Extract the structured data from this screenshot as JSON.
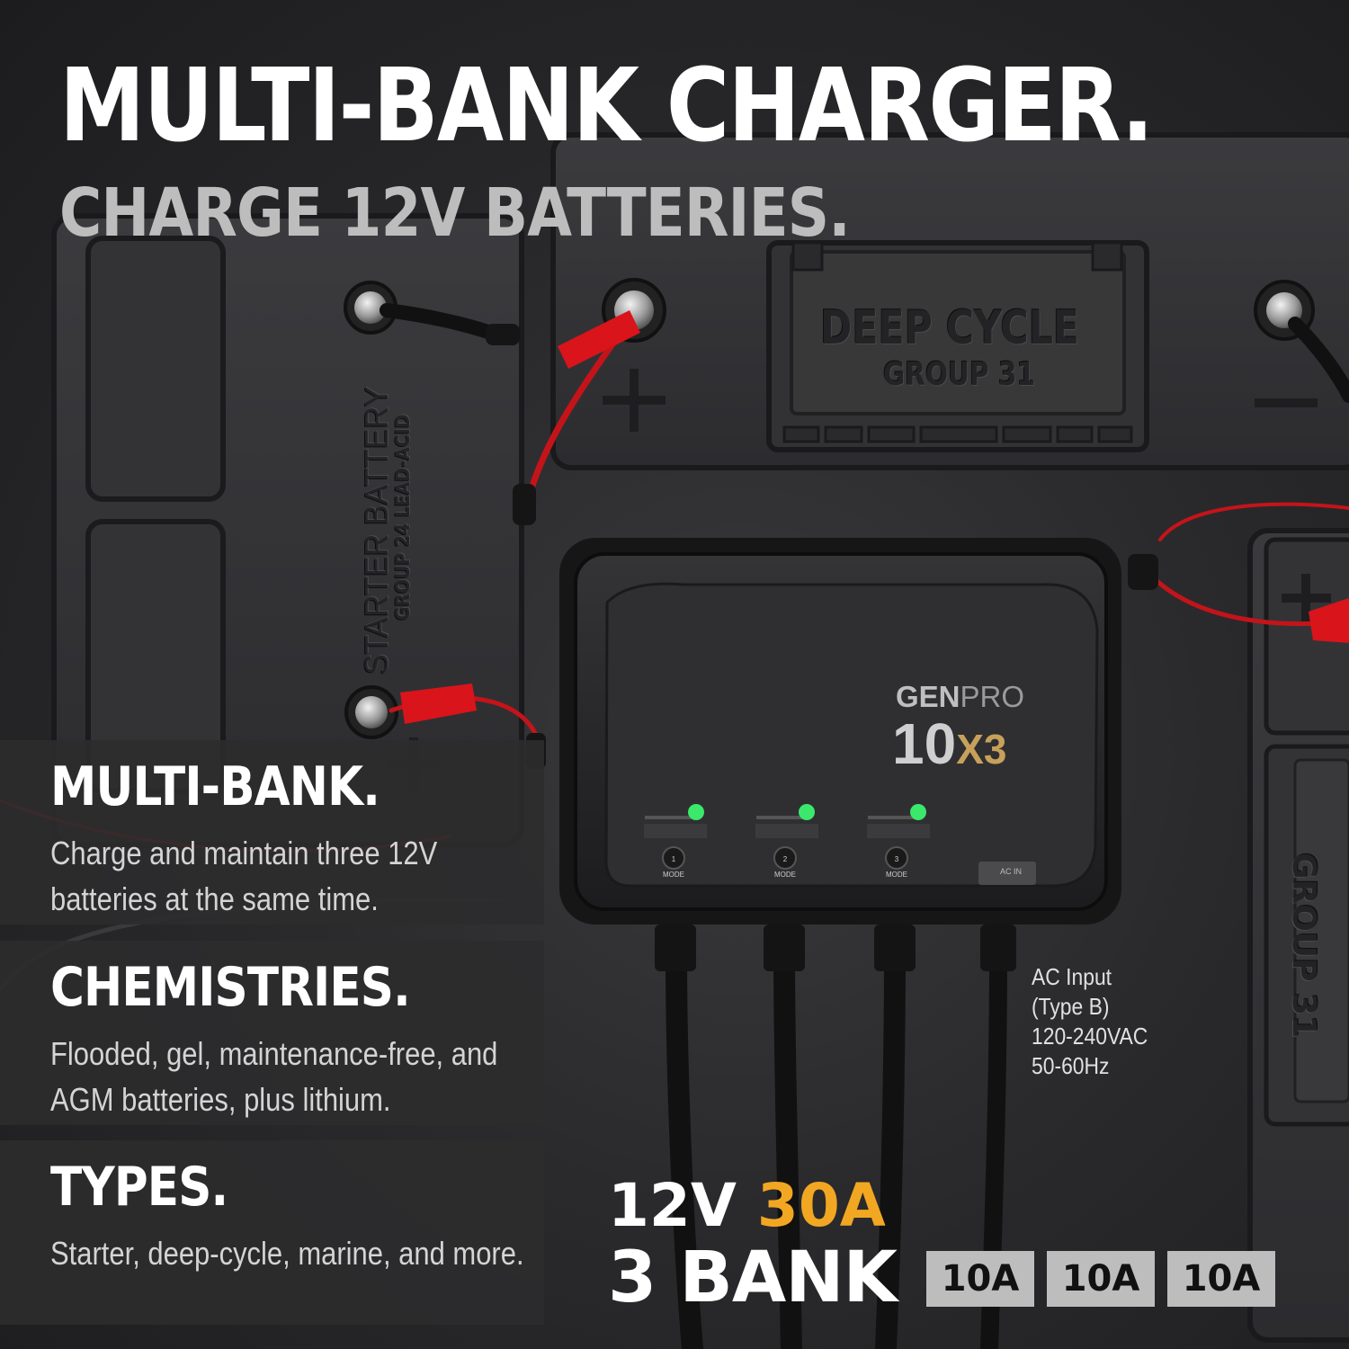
{
  "headline": "MULTI-BANK CHARGER.",
  "subheadline": "CHARGE 12V BATTERIES.",
  "battery_labels": {
    "deep_cycle_line1": "DEEP CYCLE",
    "deep_cycle_line2": "GROUP 31",
    "starter_line1": "STARTER BATTERY",
    "starter_line2": "GROUP 24 LEAD-ACID",
    "right_group": "GROUP 31"
  },
  "charger": {
    "brand_part1": "GEN",
    "brand_part2": "PRO",
    "model_part1": "10",
    "model_part2": "X3",
    "ac_port_label": "AC IN",
    "bank_mode_label": "MODE",
    "bank_numbers": [
      "1",
      "2",
      "3"
    ]
  },
  "features": [
    {
      "title": "MULTI-BANK.",
      "text": "Charge and maintain three 12V batteries at the same time."
    },
    {
      "title": "CHEMISTRIES.",
      "text": "Flooded, gel, maintenance-free, and AGM batteries, plus lithium."
    },
    {
      "title": "TYPES.",
      "text": "Starter, deep-cycle, marine, and more."
    }
  ],
  "ac_input": {
    "line1": "AC Input",
    "line2": "(Type B)",
    "line3": "120-240VAC",
    "line4": "50-60Hz"
  },
  "rating": {
    "voltage": "12V",
    "current": "30A",
    "banks": "3 BANK",
    "per_bank": [
      "10A",
      "10A",
      "10A"
    ]
  },
  "colors": {
    "accent_orange": "#f2a722",
    "led_green": "#3be86b",
    "clamp_red": "#d9141b",
    "badge_gray": "#bdbdbd"
  }
}
